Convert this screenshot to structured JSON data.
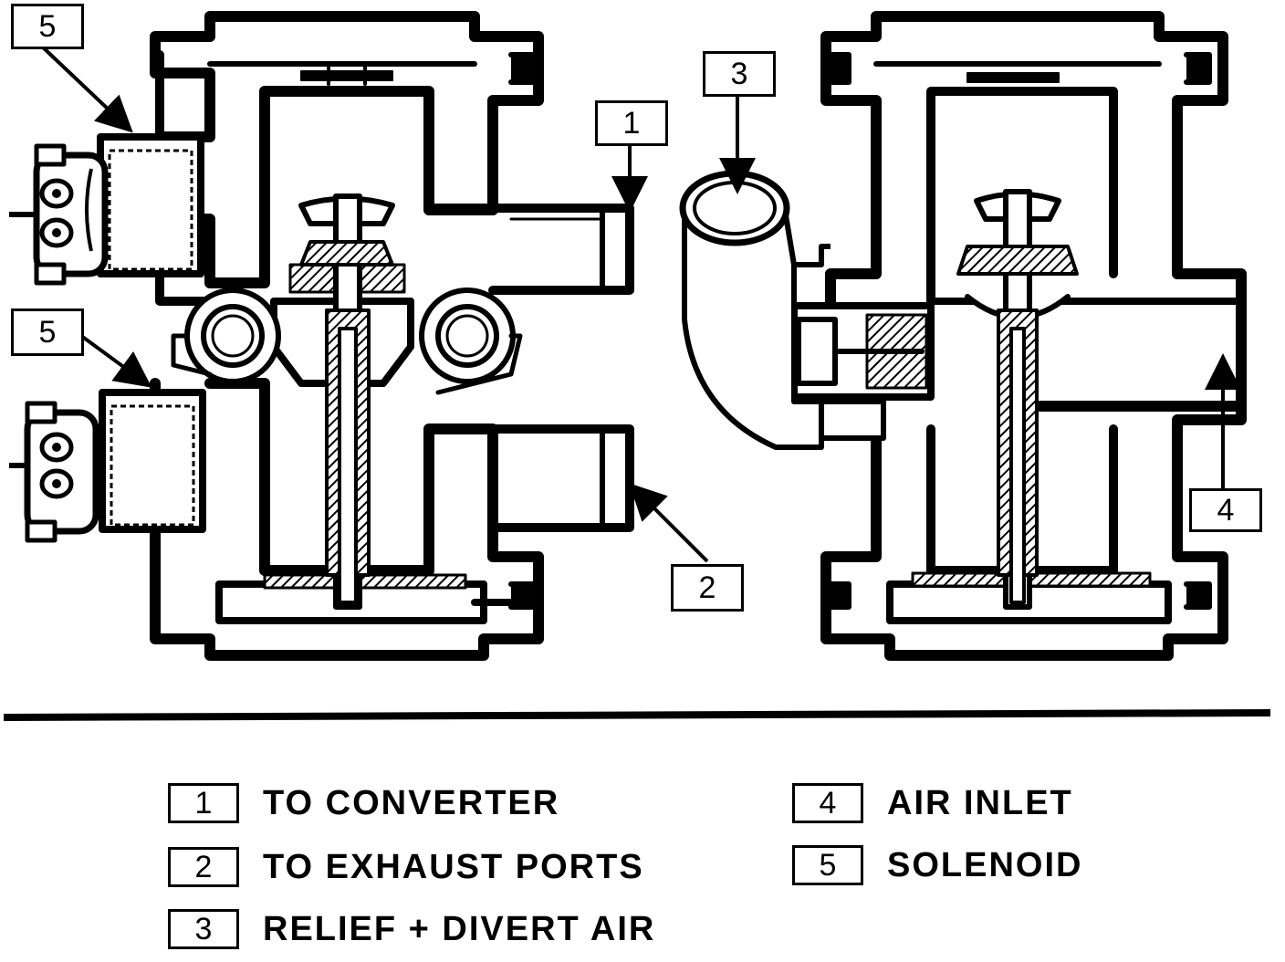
{
  "callouts": {
    "left_solenoid_top": "5",
    "left_solenoid_bottom": "5",
    "to_converter": "1",
    "to_exhaust": "2",
    "relief_divert": "3",
    "air_inlet": "4"
  },
  "legend": [
    {
      "num": "1",
      "label": "TO CONVERTER"
    },
    {
      "num": "2",
      "label": "TO EXHAUST PORTS"
    },
    {
      "num": "3",
      "label": "RELIEF + DIVERT AIR"
    },
    {
      "num": "4",
      "label": "AIR INLET"
    },
    {
      "num": "5",
      "label": "SOLENOID"
    }
  ],
  "colors": {
    "ink": "#000000",
    "paper": "#ffffff"
  }
}
